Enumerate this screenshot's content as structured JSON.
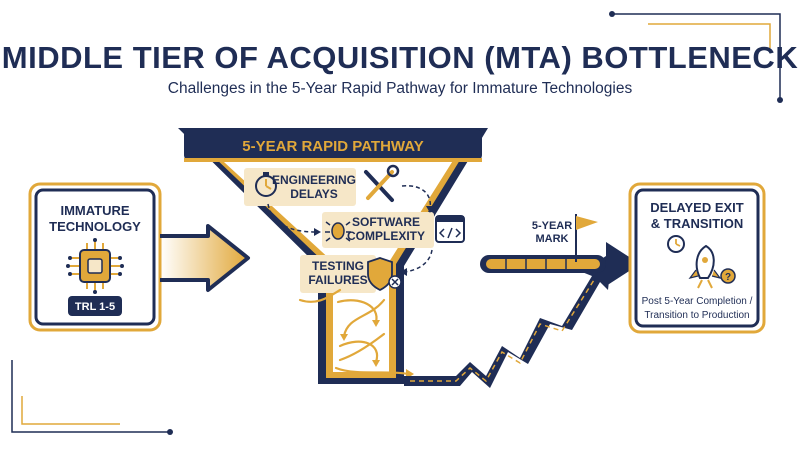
{
  "header": {
    "title": "MIDDLE TIER OF ACQUISITION (MTA) BOTTLENECK",
    "subtitle": "Challenges in the 5-Year Rapid Pathway for Immature Technologies"
  },
  "input_box": {
    "line1": "IMMATURE",
    "line2": "TECHNOLOGY",
    "badge": "TRL 1-5"
  },
  "funnel": {
    "banner": "5-YEAR RAPID PATHWAY",
    "challenges": [
      {
        "line1": "ENGINEERING",
        "line2": "DELAYS",
        "icon": "tools-icon"
      },
      {
        "line1": "SOFTWARE",
        "line2": "COMPLEXITY",
        "icon": "code-window-icon"
      },
      {
        "line1": "TESTING",
        "line2": "FAILURES",
        "icon": "shield-fail-icon"
      }
    ]
  },
  "milestone": {
    "line1": "5-YEAR",
    "line2": "MARK"
  },
  "output_box": {
    "line1": "DELAYED EXIT",
    "line2": "& TRANSITION",
    "caption1": "Post 5-Year Completion /",
    "caption2": "Transition to Production"
  },
  "colors": {
    "navy": "#1f2d55",
    "gold": "#e1a83a",
    "light_gold": "#f6e7c8"
  }
}
